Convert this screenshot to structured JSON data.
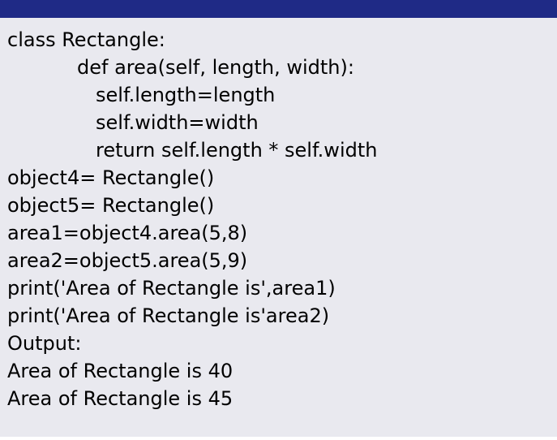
{
  "colors": {
    "header_bar": "#1f2a86",
    "code_background": "#e9e9ef",
    "text": "#000000"
  },
  "code_lines": [
    "class Rectangle:",
    "def area(self, length, width):",
    "self.length=length",
    "self.width=width",
    "return self.length * self.width",
    "object4= Rectangle()",
    "object5= Rectangle()",
    "area1=object4.area(5,8)",
    "area2=object5.area(5,9)",
    "print('Area of Rectangle is',area1)",
    "print('Area of Rectangle is'area2)"
  ],
  "output_label": "Output:",
  "output_lines": [
    "Area of Rectangle is 40",
    "Area of Rectangle is 45"
  ]
}
